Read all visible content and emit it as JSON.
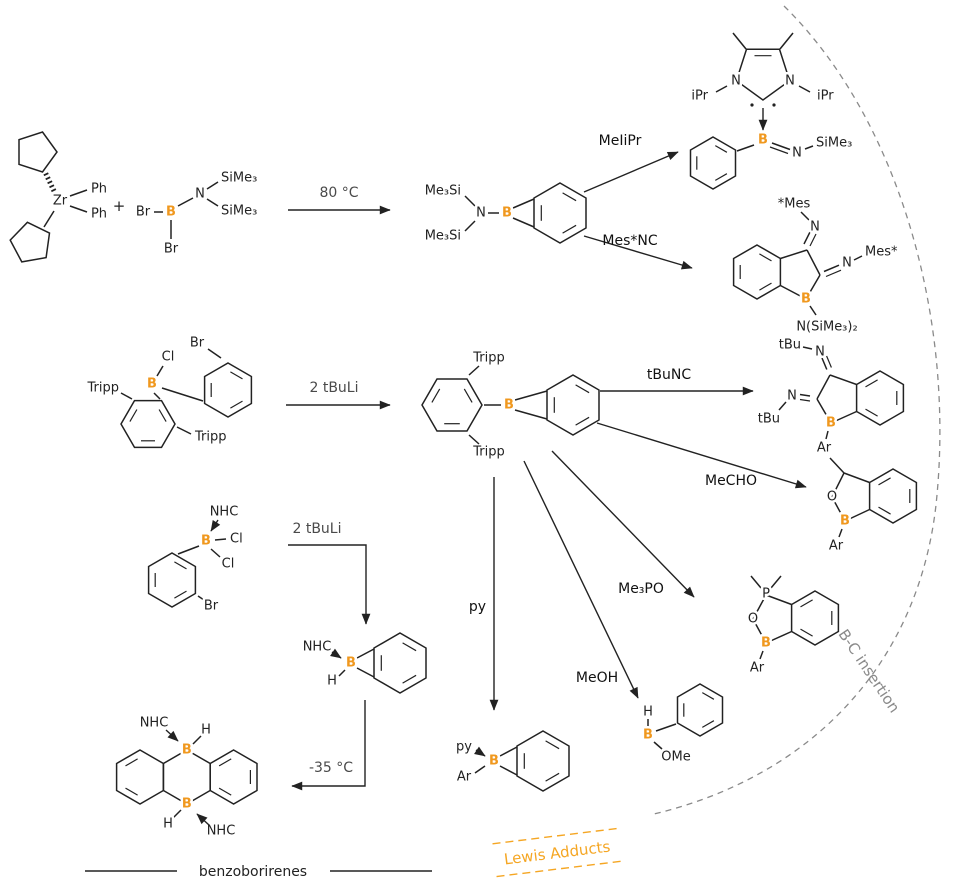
{
  "colors": {
    "boron": "#f0981e",
    "bond": "#222222",
    "muted": "#8a8a8a",
    "orange": "#f5a623"
  },
  "atoms": {
    "zr": "Zr",
    "b": "B",
    "n": "N",
    "o": "O",
    "p": "P",
    "h": "H",
    "br": "Br",
    "cl": "Cl"
  },
  "groups": {
    "ph": "Ph",
    "plus": "+",
    "sime3": "SiMe₃",
    "me3si": "Me₃Si",
    "nsime32": "N(SiMe₃)₂",
    "ipr": "iPr",
    "mes_star_l": "*Mes",
    "mes_star_r": "Mes*",
    "tripp": "Tripp",
    "tbu": "tBu",
    "ar": "Ar",
    "ome": "OMe",
    "py": "py",
    "nhc": "NHC"
  },
  "conditions": {
    "heat": "80 °C",
    "tbuli": "2 tBuLi",
    "cold": "-35 °C"
  },
  "reagents": {
    "meipr": "MeIiPr",
    "mesnc": "Mes*NC",
    "tbunc": "tBuNC",
    "mecho": "MeCHO",
    "me3po": "Me₃PO",
    "meoh": "MeOH",
    "py": "py"
  },
  "captions": {
    "benzoborirenes": "benzoborirenes",
    "lewis_adducts": "Lewis Adducts",
    "bc_insertion": "B-C insertion"
  }
}
